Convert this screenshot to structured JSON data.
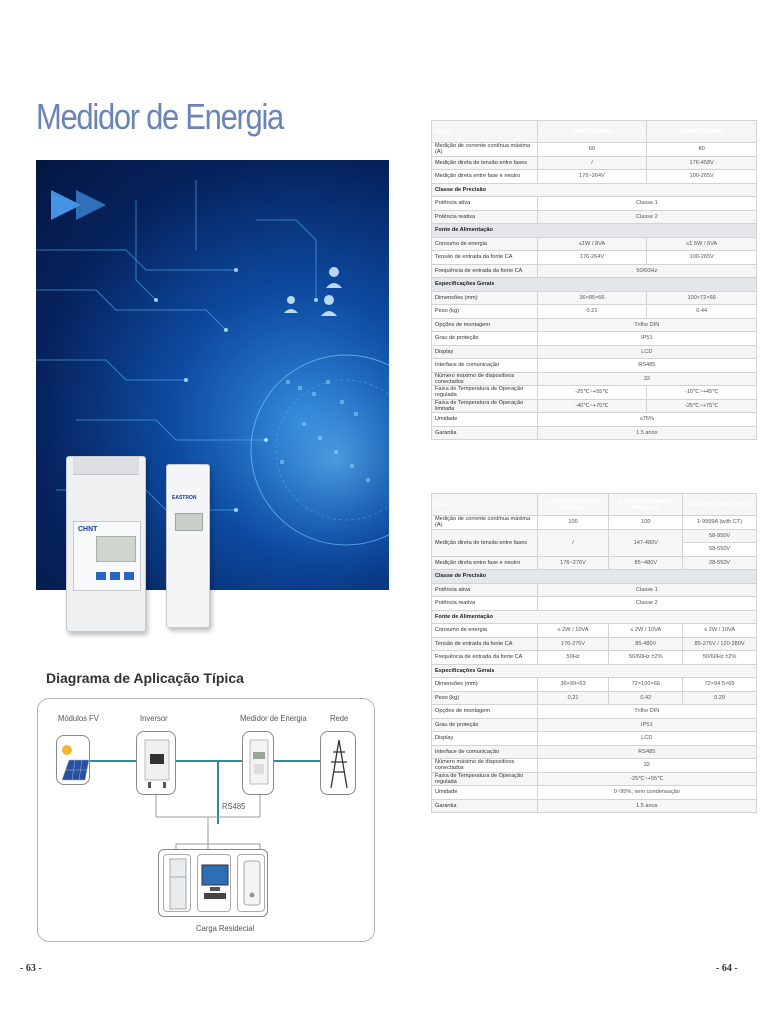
{
  "page_title": "Medidor de Energia",
  "diagram": {
    "title": "Diagrama de Aplicação Típica",
    "labels": {
      "modules": "Módulos FV",
      "inverter": "Inversor",
      "meter": "Medidor de Energia",
      "grid": "Rede",
      "rs485": "RS485",
      "load": "Carga Residecial"
    }
  },
  "meter_brand": "CHNT",
  "din_brand": "EASTRON",
  "table1": {
    "headers": [
      "Model",
      "CHNT DDSU666",
      "CHNT DTSU666"
    ],
    "rows": [
      {
        "type": "row",
        "cells": [
          "Medição de corrente contínua máxima (A)",
          "60",
          "80"
        ]
      },
      {
        "type": "row",
        "cells": [
          "Medição direta de tensão entre fases",
          "/",
          "176-458V"
        ]
      },
      {
        "type": "row",
        "cells": [
          "Medição direta entre fase e neutro",
          "176~264V",
          "100-265V"
        ]
      },
      {
        "type": "sec",
        "cells": [
          "Classe de Precisão"
        ]
      },
      {
        "type": "span",
        "cells": [
          "Potência ativa",
          "Classe 1"
        ]
      },
      {
        "type": "span",
        "cells": [
          "Potência reativa",
          "Classe 2"
        ]
      },
      {
        "type": "sec",
        "cells": [
          "Fonte de Alimentação"
        ]
      },
      {
        "type": "row",
        "cells": [
          "Consumo de energia",
          "≤1W / 8VA",
          "≤1.5W / 6VA"
        ]
      },
      {
        "type": "row",
        "cells": [
          "Tensão de entrada da fonte CA",
          "176-264V",
          "100-265V"
        ]
      },
      {
        "type": "span",
        "cells": [
          "Frequência de entrada da fonte CA",
          "50/60Hz"
        ]
      },
      {
        "type": "sec",
        "cells": [
          "Especificações Gerais"
        ]
      },
      {
        "type": "row",
        "cells": [
          "Dimensões (mm)",
          "36×85×66",
          "100×72×66"
        ]
      },
      {
        "type": "row",
        "cells": [
          "Peso (kg)",
          "0.21",
          "0.44"
        ]
      },
      {
        "type": "span",
        "cells": [
          "Opções de montagem",
          "Trilho DIN"
        ]
      },
      {
        "type": "span",
        "cells": [
          "Grau de proteção",
          "IP51"
        ]
      },
      {
        "type": "span",
        "cells": [
          "Display",
          "LCD"
        ]
      },
      {
        "type": "span",
        "cells": [
          "Interface de comunicação",
          "RS485"
        ]
      },
      {
        "type": "span",
        "cells": [
          "Número máximo de dispositivos conectados",
          "32"
        ]
      },
      {
        "type": "row",
        "cells": [
          "Faixa de Temperatura de Operação regulada",
          "-25℃~+55℃",
          "-10℃~+45℃"
        ]
      },
      {
        "type": "row",
        "cells": [
          "Faixa de Temperatura de Operação limitada",
          "-40℃~+70℃",
          "-25℃~+75℃"
        ]
      },
      {
        "type": "span",
        "cells": [
          "Umidade",
          "≤75%"
        ]
      },
      {
        "type": "span",
        "cells": [
          "Garantia",
          "1.5 anos"
        ]
      }
    ]
  },
  "table2": {
    "headers": [
      "Model",
      "EASTRON SDM 230 Modbus",
      "EASTRON SDM 630-Modbus V2",
      "EASTRON SDM 630 MCT"
    ],
    "rows": [
      {
        "type": "row",
        "cells": [
          "Medição de corrente contínua máxima (A)",
          "100",
          "100",
          "1-9999A (with CT)"
        ]
      },
      {
        "type": "double",
        "cells": [
          "Medição direta de tensão entre fases",
          "/",
          "147-480V",
          "58-950V",
          "58-550V"
        ]
      },
      {
        "type": "row",
        "cells": [
          "Medição direta entre fase e neutro",
          "176~276V",
          "85~480V",
          "28-550V"
        ]
      },
      {
        "type": "sec",
        "cells": [
          "Classe de Precisão"
        ]
      },
      {
        "type": "span",
        "cells": [
          "Potência ativa",
          "Classe 1"
        ]
      },
      {
        "type": "span",
        "cells": [
          "Potência reativa",
          "Classe 2"
        ]
      },
      {
        "type": "sec",
        "cells": [
          "Fonte de Alimentação"
        ]
      },
      {
        "type": "row",
        "cells": [
          "Consumo de energia",
          "≤ 2W / 10VA",
          "≤ 2W / 10VA",
          "≤ 2W / 10VA"
        ]
      },
      {
        "type": "row",
        "cells": [
          "Tensão de entrada da fonte CA",
          "176-276V",
          "85-480V",
          "85-275V / 120-380V"
        ]
      },
      {
        "type": "row",
        "cells": [
          "Frequência de entrada da fonte CA",
          "50Hz",
          "50/60Hz ±2%",
          "50/60Hz ±2%"
        ]
      },
      {
        "type": "sec",
        "cells": [
          "Especificações Gerais"
        ]
      },
      {
        "type": "row",
        "cells": [
          "Dimensões (mm)",
          "36×99×63",
          "72×100×66",
          "72×94.5×65"
        ]
      },
      {
        "type": "row",
        "cells": [
          "Peso (kg)",
          "0.21",
          "0.42",
          "0.29"
        ]
      },
      {
        "type": "span",
        "cells": [
          "Opções de montagem",
          "Trilho DIN"
        ]
      },
      {
        "type": "span",
        "cells": [
          "Grau de proteção",
          "IP51"
        ]
      },
      {
        "type": "span",
        "cells": [
          "Display",
          "LCD"
        ]
      },
      {
        "type": "span",
        "cells": [
          "Interface de comunicação",
          "RS485"
        ]
      },
      {
        "type": "span",
        "cells": [
          "Número máximo de dispositivos conectados",
          "32"
        ]
      },
      {
        "type": "span",
        "cells": [
          "Faixa de Temperatura de Operação regulada",
          "-25℃~+55℃"
        ]
      },
      {
        "type": "span",
        "cells": [
          "Umidade",
          "0~95%, sem condensação"
        ]
      },
      {
        "type": "span",
        "cells": [
          "Garantia",
          "1.5 anos"
        ]
      }
    ]
  },
  "page_numbers": {
    "left": "- 63 -",
    "right": "- 64 -"
  }
}
